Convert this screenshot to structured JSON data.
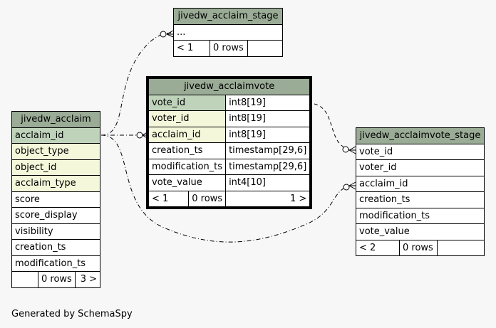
{
  "tables": {
    "acclaim_stage": {
      "name": "jivedw_acclaim_stage",
      "columns": [
        {
          "name": "..."
        }
      ],
      "footer": {
        "parents": "< 1",
        "rows": "0 rows",
        "children": ""
      }
    },
    "acclaimvote": {
      "name": "jivedw_acclaimvote",
      "columns": [
        {
          "name": "vote_id",
          "type": "int8[19]"
        },
        {
          "name": "voter_id",
          "type": "int8[19]"
        },
        {
          "name": "acclaim_id",
          "type": "int8[19]"
        },
        {
          "name": "creation_ts",
          "type": "timestamp[29,6]"
        },
        {
          "name": "modification_ts",
          "type": "timestamp[29,6]"
        },
        {
          "name": "vote_value",
          "type": "int4[10]"
        }
      ],
      "footer": {
        "parents": "< 1",
        "rows": "0 rows",
        "children": "1 >"
      }
    },
    "acclaim": {
      "name": "jivedw_acclaim",
      "columns": [
        {
          "name": "acclaim_id"
        },
        {
          "name": "object_type"
        },
        {
          "name": "object_id"
        },
        {
          "name": "acclaim_type"
        },
        {
          "name": "score"
        },
        {
          "name": "score_display"
        },
        {
          "name": "visibility"
        },
        {
          "name": "creation_ts"
        },
        {
          "name": "modification_ts"
        }
      ],
      "footer": {
        "parents": "",
        "rows": "0 rows",
        "children": "3 >"
      }
    },
    "acclaimvote_stage": {
      "name": "jivedw_acclaimvote_stage",
      "columns": [
        {
          "name": "vote_id"
        },
        {
          "name": "voter_id"
        },
        {
          "name": "acclaim_id"
        },
        {
          "name": "creation_ts"
        },
        {
          "name": "modification_ts"
        },
        {
          "name": "vote_value"
        }
      ],
      "footer": {
        "parents": "< 2",
        "rows": "0 rows",
        "children": ""
      }
    }
  },
  "footer_text": "Generated by SchemaSpy",
  "colors": {
    "header": "#9aab96",
    "primary_key": "#bfd3bb",
    "foreign_key": "#f4f7da",
    "background": "#f7f7f7"
  }
}
